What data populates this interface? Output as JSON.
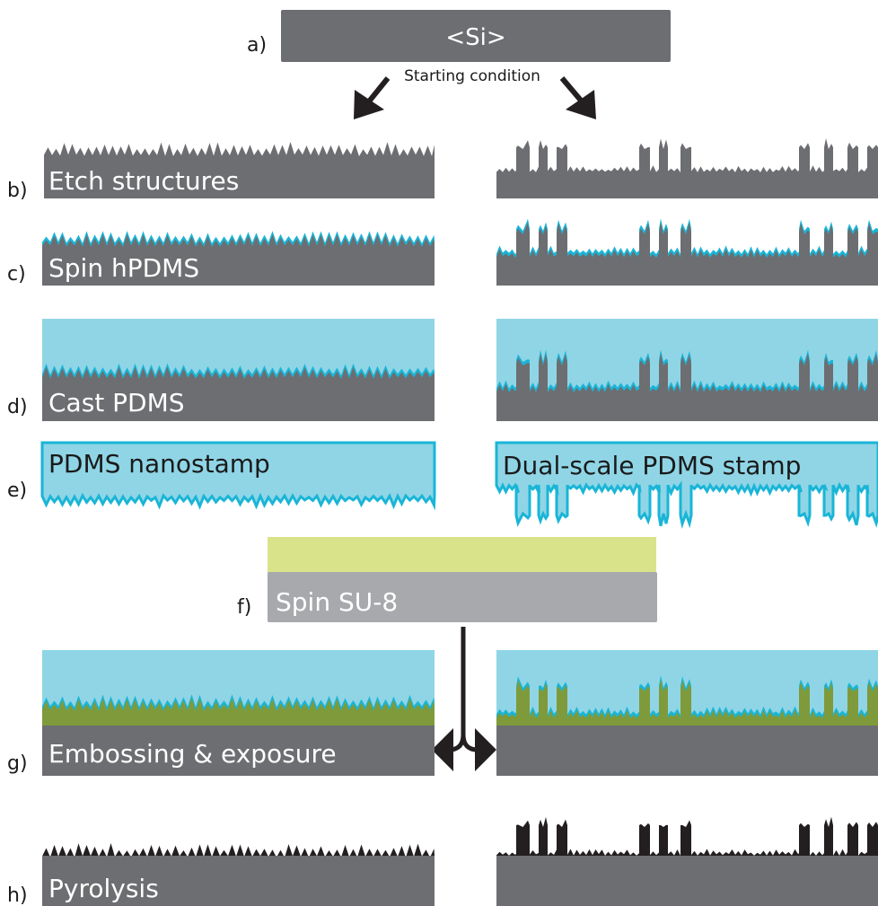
{
  "colors": {
    "silicon": "#6d6e71",
    "silicon_light": "#a7a9ac",
    "hpdms": "#19b5d7",
    "pdms": "#8fd5e6",
    "su8_liquid": "#d9e48a",
    "su8_cured": "#7f9a3a",
    "carbon": "#231f20",
    "arrow": "#231f20"
  },
  "steps": {
    "a": {
      "marker": "a)",
      "label": "<Si>",
      "sublabel": "Starting condition"
    },
    "b": {
      "marker": "b)",
      "label": "Etch structures"
    },
    "c": {
      "marker": "c)",
      "label": "Spin hPDMS"
    },
    "d": {
      "marker": "d)",
      "label": "Cast PDMS"
    },
    "e": {
      "marker": "e)",
      "label_left": "PDMS nanostamp",
      "label_right": "Dual-scale PDMS stamp"
    },
    "f": {
      "marker": "f)",
      "label": "Spin SU-8"
    },
    "g": {
      "marker": "g)",
      "label": "Embossing & exposure"
    },
    "h": {
      "marker": "h)",
      "label": "Pyrolysis"
    }
  },
  "icons": [
    "arrow-down-left-icon",
    "arrow-down-right-icon",
    "split-arrow-icon"
  ]
}
